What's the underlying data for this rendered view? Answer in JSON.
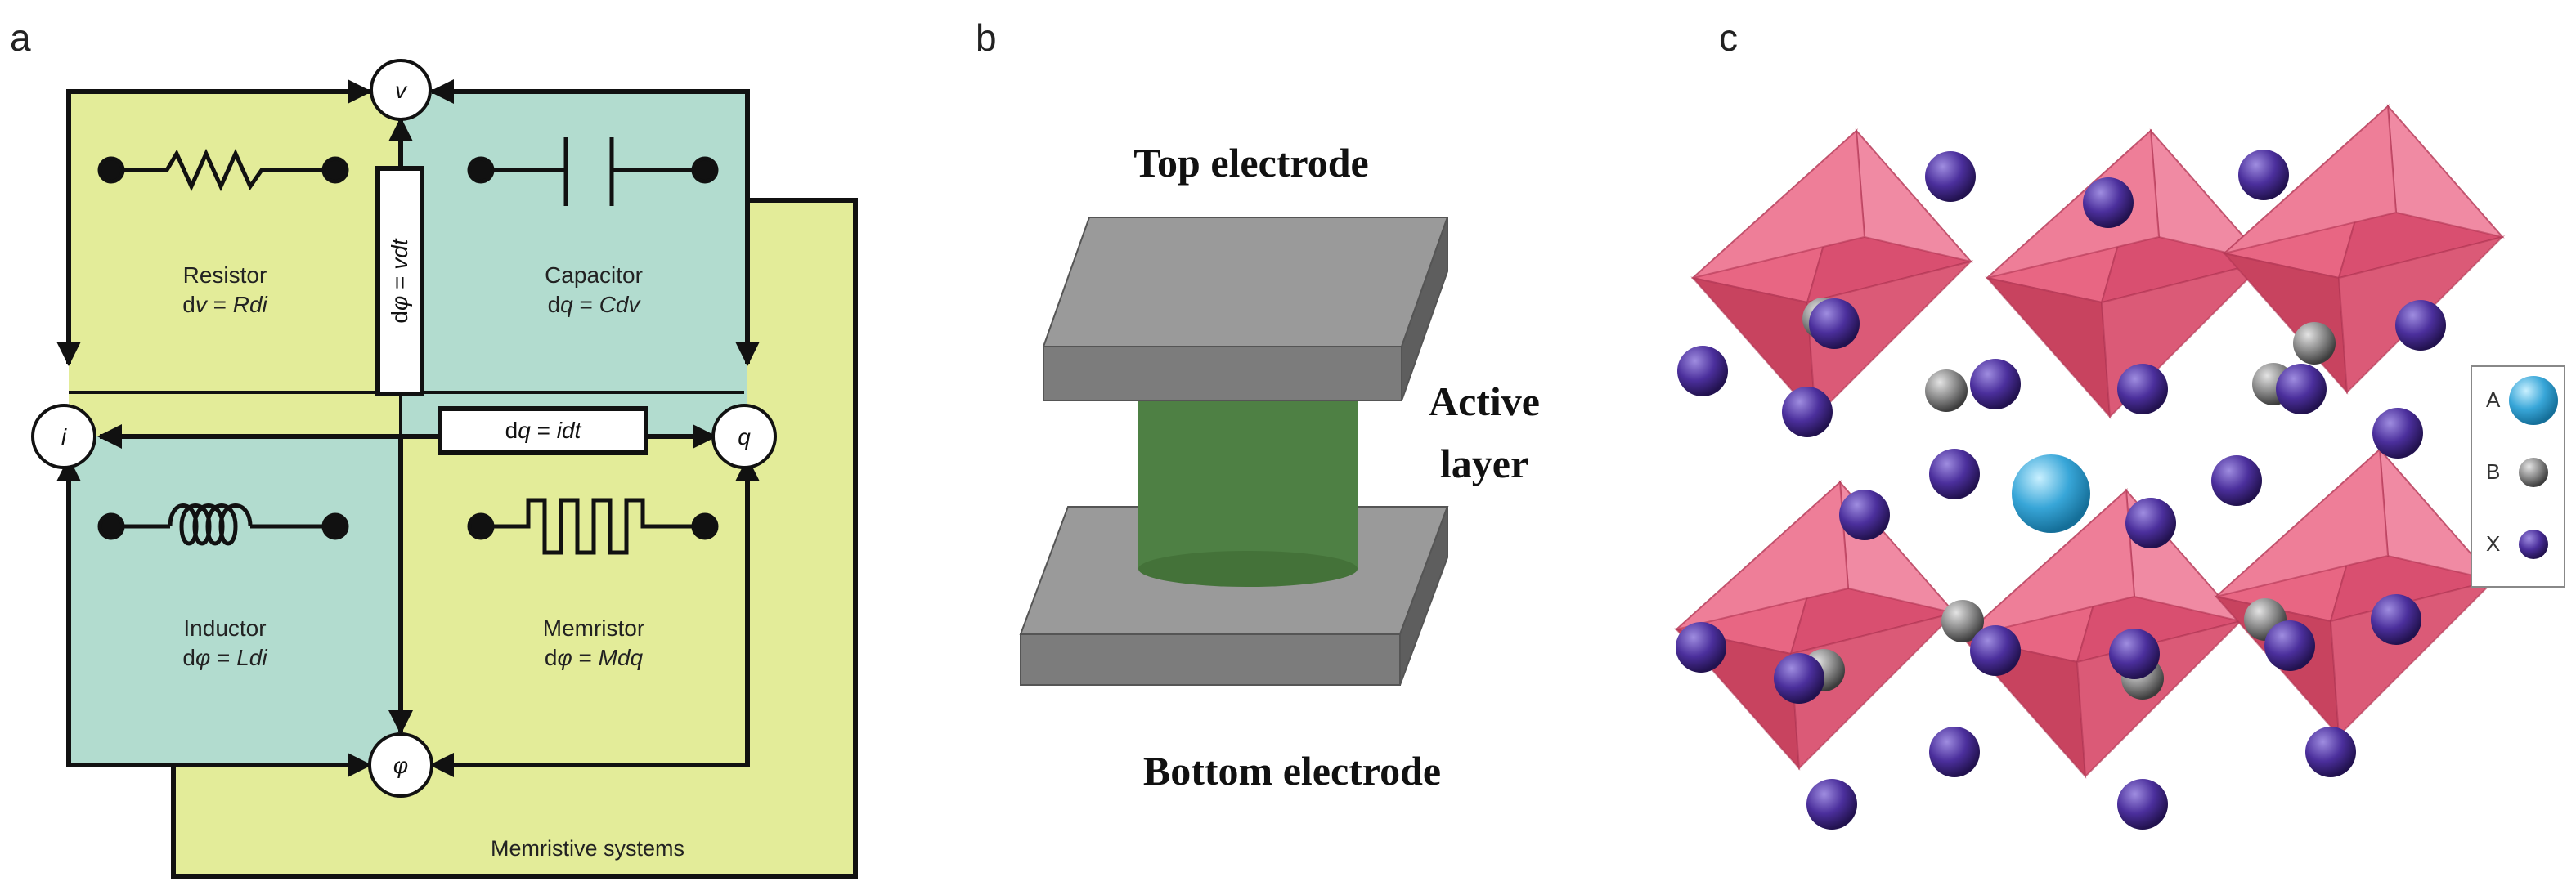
{
  "panel_a": {
    "label": "a",
    "nodes": {
      "v": "v",
      "i": "i",
      "q": "q",
      "phi": "φ"
    },
    "resistor": {
      "name": "Resistor",
      "eq_a": "d",
      "eq_b": "v",
      "eq_c": " = ",
      "eq_d": "Rdi"
    },
    "capacitor": {
      "name": "Capacitor",
      "eq_a": "d",
      "eq_b": "q",
      "eq_c": " = ",
      "eq_d": "Cdv"
    },
    "inductor": {
      "name": "Inductor",
      "eq_a": "d",
      "eq_b": "φ",
      "eq_c": " = ",
      "eq_d": "Ldi"
    },
    "memristor": {
      "name": "Memristor",
      "eq_a": "d",
      "eq_b": "φ",
      "eq_c": " = ",
      "eq_d": "Mdq"
    },
    "relation_vertical": {
      "a": "d",
      "b": "φ",
      "c": " = ",
      "d": "vdt"
    },
    "relation_horizontal": {
      "a": "d",
      "b": "q",
      "c": " = ",
      "d": "idt"
    },
    "systems_label": "Memristive systems",
    "colors": {
      "yellow": "#e3ec99",
      "teal": "#b2dccf",
      "stroke": "#111111"
    }
  },
  "panel_b": {
    "label": "b",
    "top_electrode": "Top electrode",
    "active_layer_1": "Active",
    "active_layer_2": "layer",
    "bottom_electrode": "Bottom electrode",
    "colors": {
      "electrode": "#8a8a8a",
      "active": "#4e8044"
    }
  },
  "panel_c": {
    "label": "c",
    "legend": [
      {
        "label": "A",
        "color": "#3aa7d8",
        "site": "A"
      },
      {
        "label": "B",
        "color": "#8f8f8f",
        "site": "B"
      },
      {
        "label": "X",
        "color": "#5a3aa8",
        "site": "X"
      }
    ],
    "colors": {
      "octahedron": "#e0607e"
    }
  }
}
